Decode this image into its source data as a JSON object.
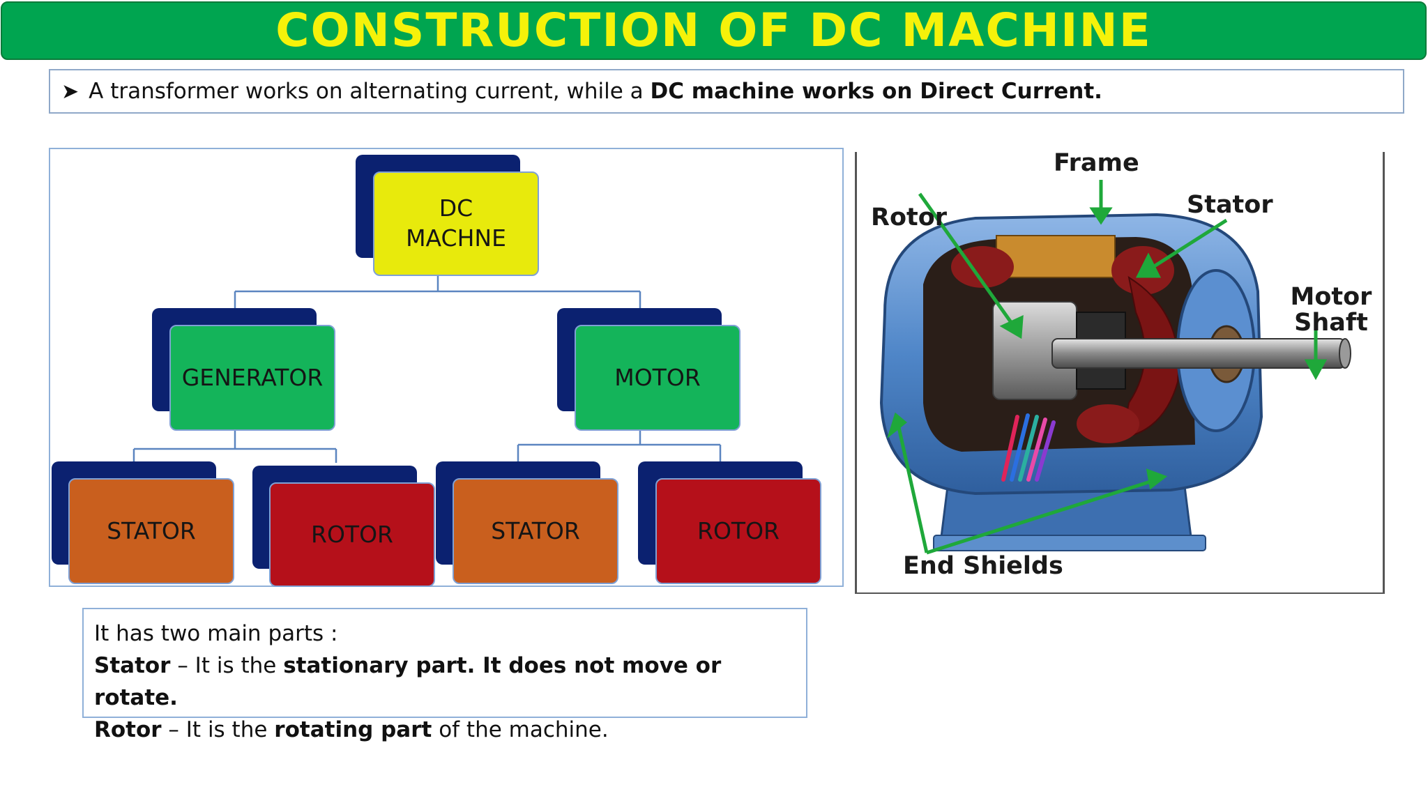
{
  "title": "CONSTRUCTION OF DC MACHINE",
  "intro": {
    "text": "A transformer works on alternating current, while a ",
    "bold": "DC machine works on Direct Current."
  },
  "hierarchy": {
    "root": "DC MACHNE",
    "branches": [
      {
        "label": "GENERATOR",
        "children": [
          "STATOR",
          "ROTOR"
        ]
      },
      {
        "label": "MOTOR",
        "children": [
          "STATOR",
          "ROTOR"
        ]
      }
    ]
  },
  "motor_image": {
    "labels": {
      "frame": "Frame",
      "rotor": "Rotor",
      "stator": "Stator",
      "motor_shaft": "Motor Shaft",
      "end_shields": "End Shields"
    }
  },
  "parts": {
    "intro": "It has two main parts :",
    "stator": {
      "term": "Stator",
      "dash": " – It is the ",
      "bold": "stationary part. It does not move or rotate."
    },
    "rotor": {
      "term": "Rotor",
      "dash": " – It is the ",
      "bold": "rotating part",
      "rest": " of the machine."
    }
  }
}
